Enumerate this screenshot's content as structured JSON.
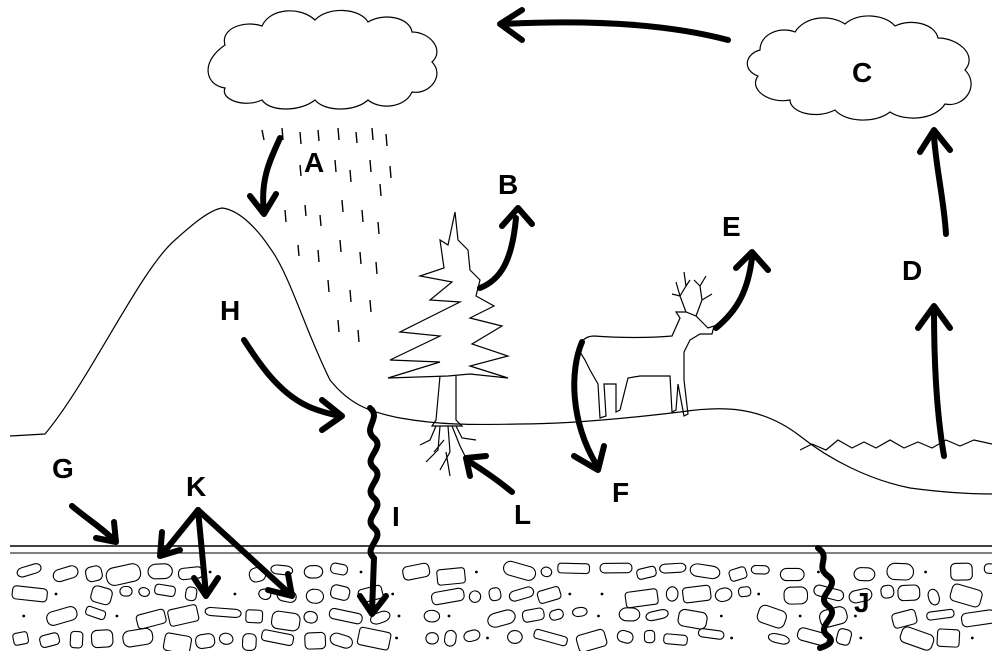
{
  "labels": {
    "A": "A",
    "B": "B",
    "C": "C",
    "D": "D",
    "E": "E",
    "F": "F",
    "G": "G",
    "H": "H",
    "I": "I",
    "J": "J",
    "K": "K",
    "L": "L"
  },
  "colors": {
    "ink": "#000000",
    "background": "#ffffff"
  }
}
